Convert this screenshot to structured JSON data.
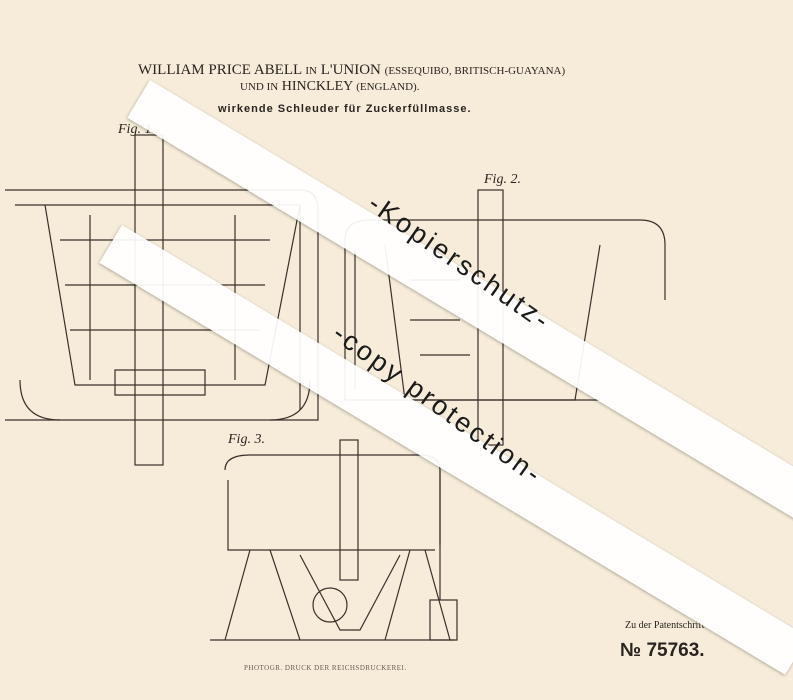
{
  "header": {
    "line1_name": "WILLIAM PRICE ABELL",
    "line1_in": "IN",
    "line1_place": "L'UNION",
    "line1_region": "(ESSEQUIBO, BRITISCH-GUAYANA)",
    "line2_und": "UND IN",
    "line2_place": "HINCKLEY",
    "line2_region": "(ENGLAND).",
    "title": "wirkende Schleuder für Zuckerfüllmasse."
  },
  "figures": [
    "Fig. 1.",
    "Fig. 2.",
    "Fig. 3."
  ],
  "footer": {
    "zu": "Zu der Patentschrift",
    "number": "№ 75763.",
    "printer": "PHOTOGR. DRUCK DER REICHSDRUCKEREI."
  },
  "watermark": {
    "text1": "-Kopierschutz-",
    "text2": "-copy protection-"
  }
}
